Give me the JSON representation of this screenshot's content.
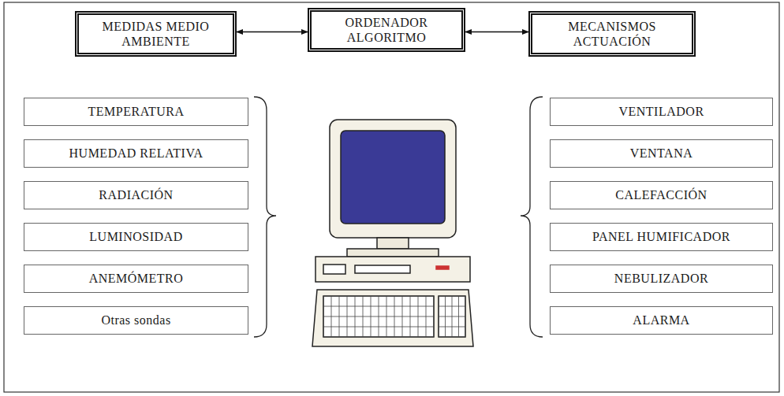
{
  "diagram": {
    "nodes": [
      {
        "text": [
          "MEDIDAS MEDIO AMBIENTE"
        ]
      },
      {
        "text": [
          "ORDENADOR ALGORITMO"
        ]
      },
      {
        "text": [
          "MECANISMOS ACTUACIÓN"
        ]
      },
      {
        "text": [
          "TEMPERATURA"
        ]
      },
      {
        "text": [
          "HUMEDAD RELATIVA"
        ]
      },
      {
        "text": [
          "RADIACIÓN"
        ]
      },
      {
        "text": [
          "LUMINOSIDAD"
        ]
      },
      {
        "text": [
          "ANEMÓMETRO"
        ]
      },
      {
        "text": [
          "Otras sondas"
        ]
      },
      {
        "text": [
          "VENTILADOR"
        ]
      },
      {
        "text": [
          "VENTANA"
        ]
      },
      {
        "text": [
          "CALEFACCIÓN"
        ]
      },
      {
        "text": [
          "PANEL HUMIFICADOR"
        ]
      },
      {
        "text": [
          "NEBULIZADOR"
        ]
      },
      {
        "text": [
          "ALARMA"
        ]
      }
    ],
    "edges": [
      {
        "from": 0,
        "to": 1,
        "arrow": "both"
      },
      {
        "from": 1,
        "to": 2,
        "arrow": "both"
      }
    ]
  }
}
